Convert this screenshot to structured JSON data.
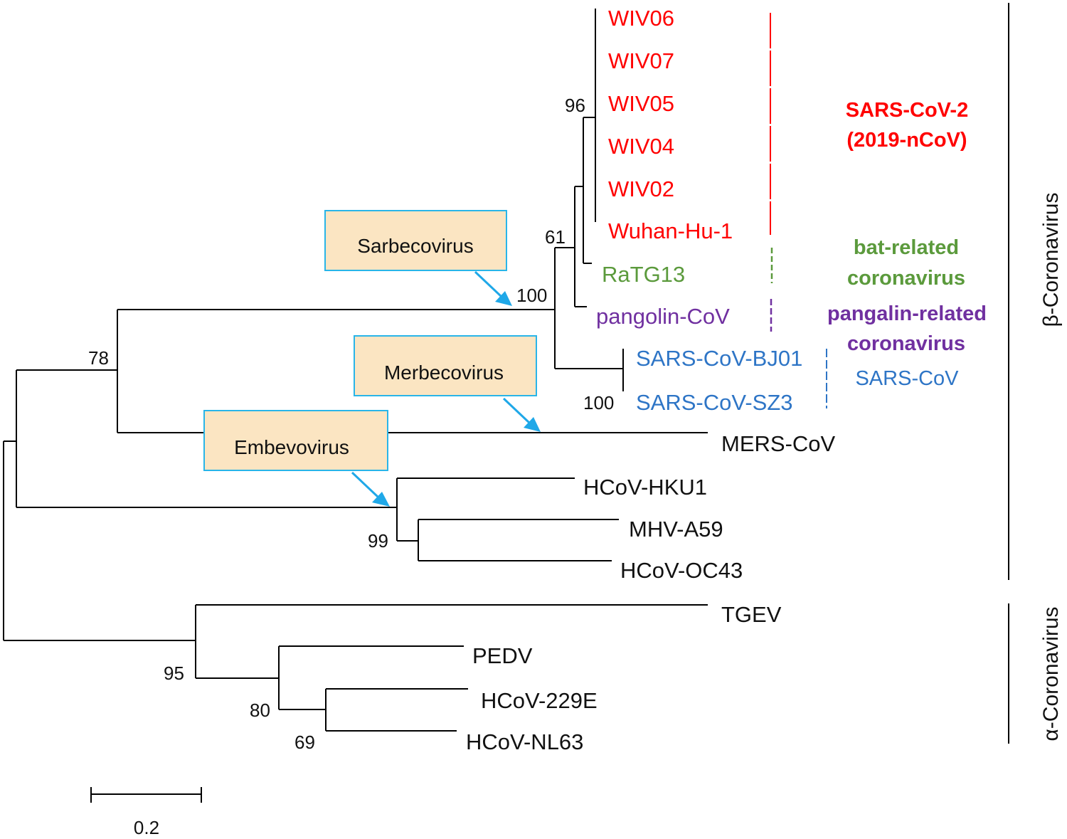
{
  "leaves": {
    "wiv06": "WIV06",
    "wiv07": "WIV07",
    "wiv05": "WIV05",
    "wiv04": "WIV04",
    "wiv02": "WIV02",
    "wuhan_hu_1": "Wuhan-Hu-1",
    "ratg13": "RaTG13",
    "pangolin_cov": "pangolin-CoV",
    "sars_cov_bj01": "SARS-CoV-BJ01",
    "sars_cov_sz3": "SARS-CoV-SZ3",
    "mers_cov": "MERS-CoV",
    "hcov_hku1": "HCoV-HKU1",
    "mhv_a59": "MHV-A59",
    "hcov_oc43": "HCoV-OC43",
    "tgev": "TGEV",
    "pedv": "PEDV",
    "hcov_229e": "HCoV-229E",
    "hcov_nl63": "HCoV-NL63"
  },
  "bootstrap": {
    "n96": "96",
    "n61": "61",
    "n100_sarbeco": "100",
    "n78": "78",
    "n100_sars": "100",
    "n99": "99",
    "n95": "95",
    "n80": "80",
    "n69": "69"
  },
  "groups": {
    "sars_cov_2_line1": "SARS-CoV-2",
    "sars_cov_2_line2": "(2019-nCoV)",
    "bat_line1": "bat-related",
    "bat_line2": "coronavirus",
    "pangolin_line1": "pangalin-related",
    "pangolin_line2": "coronavirus",
    "sars_cov": "SARS-CoV"
  },
  "genus_boxes": {
    "sarbecovirus": "Sarbecovirus",
    "merbecovirus": "Merbecovirus",
    "embevovirus": "Embevovirus"
  },
  "families": {
    "beta": "β-Coronavirus",
    "alpha": "α-Coronavirus"
  },
  "scale_bar": {
    "label": "0.2"
  },
  "colors": {
    "sars_cov_2": "#ff0000",
    "bat_related": "#5b9a3c",
    "pangolin_related": "#7030a0",
    "sars_cov": "#2e75c6",
    "genus_box_fill": "#fbe5c2",
    "arrow": "#1fa8e8"
  }
}
